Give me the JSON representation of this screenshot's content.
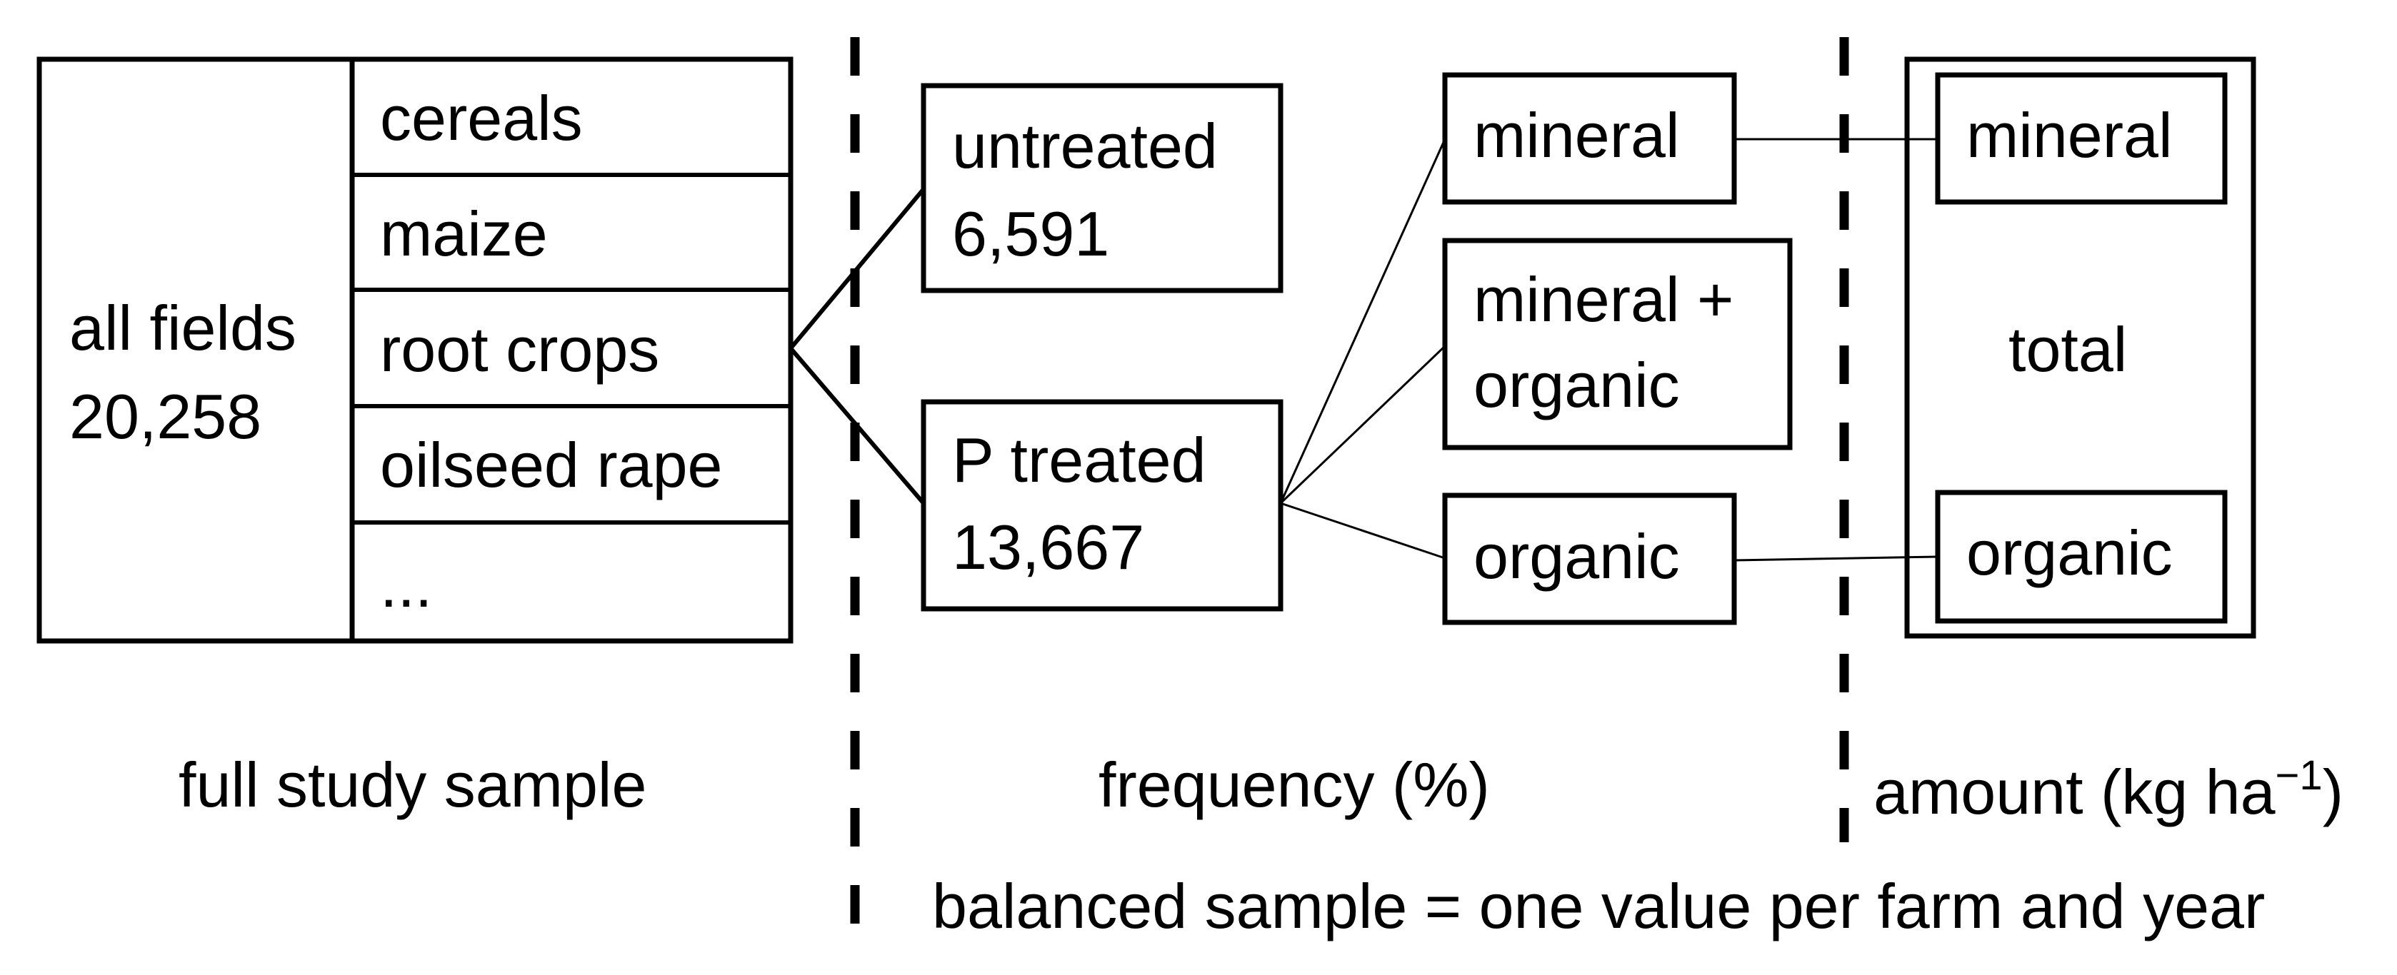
{
  "all_fields": {
    "label": "all fields",
    "count": "20,258"
  },
  "crop_types": [
    "cereals",
    "maize",
    "root crops",
    "oilseed rape",
    "..."
  ],
  "untreated": {
    "label": "untreated",
    "count": "6,591"
  },
  "p_treated": {
    "label": "P treated",
    "count": "13,667"
  },
  "fertilizer_types": {
    "mineral": "mineral",
    "mixed_line1": "mineral +",
    "mixed_line2": "organic",
    "organic": "organic"
  },
  "amount_box": {
    "mineral": "mineral",
    "total": "total",
    "organic": "organic"
  },
  "section_labels": {
    "full_study_sample": "full study sample",
    "frequency": "frequency (%)",
    "amount": "amount (kg ha",
    "amount_sup": "−1",
    "amount_close": ")",
    "balanced_sample": "balanced sample = one value per farm and year"
  }
}
